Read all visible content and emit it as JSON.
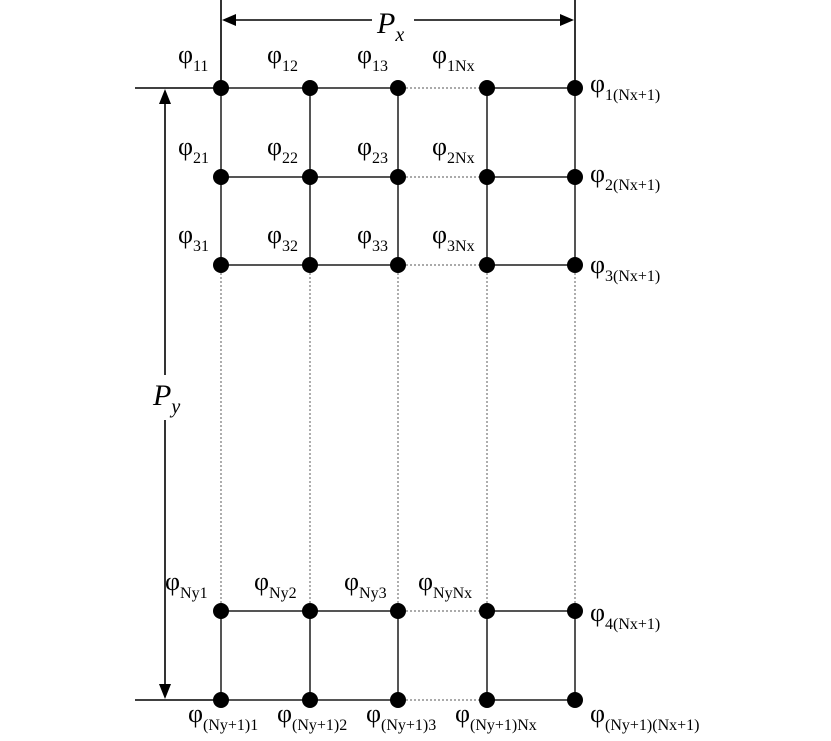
{
  "dimensions": {
    "px": {
      "main": "P",
      "sub": "x"
    },
    "py": {
      "main": "P",
      "sub": "y"
    }
  },
  "node_labels": [
    {
      "id": "11",
      "main": "φ",
      "sub": "11"
    },
    {
      "id": "12",
      "main": "φ",
      "sub": "12"
    },
    {
      "id": "13",
      "main": "φ",
      "sub": "13"
    },
    {
      "id": "1Nx",
      "main": "φ",
      "sub": "1Nx"
    },
    {
      "id": "1Nx1",
      "main": "φ",
      "sub": "1(Nx+1)"
    },
    {
      "id": "21",
      "main": "φ",
      "sub": "21"
    },
    {
      "id": "22",
      "main": "φ",
      "sub": "22"
    },
    {
      "id": "23",
      "main": "φ",
      "sub": "23"
    },
    {
      "id": "2Nx",
      "main": "φ",
      "sub": "2Nx"
    },
    {
      "id": "2Nx1",
      "main": "φ",
      "sub": "2(Nx+1)"
    },
    {
      "id": "31",
      "main": "φ",
      "sub": "31"
    },
    {
      "id": "32",
      "main": "φ",
      "sub": "32"
    },
    {
      "id": "33",
      "main": "φ",
      "sub": "33"
    },
    {
      "id": "3Nx",
      "main": "φ",
      "sub": "3Nx"
    },
    {
      "id": "3Nx1",
      "main": "φ",
      "sub": "3(Nx+1)"
    },
    {
      "id": "Ny1",
      "main": "φ",
      "sub": "Ny1"
    },
    {
      "id": "Ny2",
      "main": "φ",
      "sub": "Ny2"
    },
    {
      "id": "Ny3",
      "main": "φ",
      "sub": "Ny3"
    },
    {
      "id": "NyNx",
      "main": "φ",
      "sub": "NyNx"
    },
    {
      "id": "4Nx1",
      "main": "φ",
      "sub": "4(Nx+1)"
    },
    {
      "id": "Ny11",
      "main": "φ",
      "sub": "(Ny+1)1"
    },
    {
      "id": "Ny12",
      "main": "φ",
      "sub": "(Ny+1)2"
    },
    {
      "id": "Ny13",
      "main": "φ",
      "sub": "(Ny+1)3"
    },
    {
      "id": "Ny1Nx",
      "main": "φ",
      "sub": "(Ny+1)Nx"
    },
    {
      "id": "Ny1Nx1",
      "main": "φ",
      "sub": "(Ny+1)(Nx+1)"
    }
  ]
}
